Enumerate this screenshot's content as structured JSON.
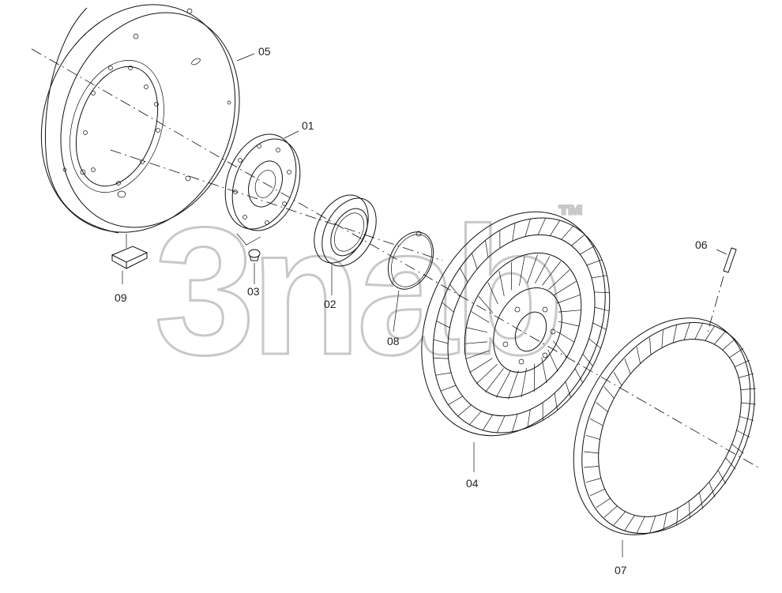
{
  "watermark": {
    "text": "3nab",
    "trademark": "™"
  },
  "parts": {
    "p01": {
      "label": "01"
    },
    "p02": {
      "label": "02"
    },
    "p03": {
      "label": "03"
    },
    "p04": {
      "label": "04"
    },
    "p05": {
      "label": "05"
    },
    "p06": {
      "label": "06"
    },
    "p07": {
      "label": "07"
    },
    "p08": {
      "label": "08"
    },
    "p09": {
      "label": "09"
    }
  }
}
